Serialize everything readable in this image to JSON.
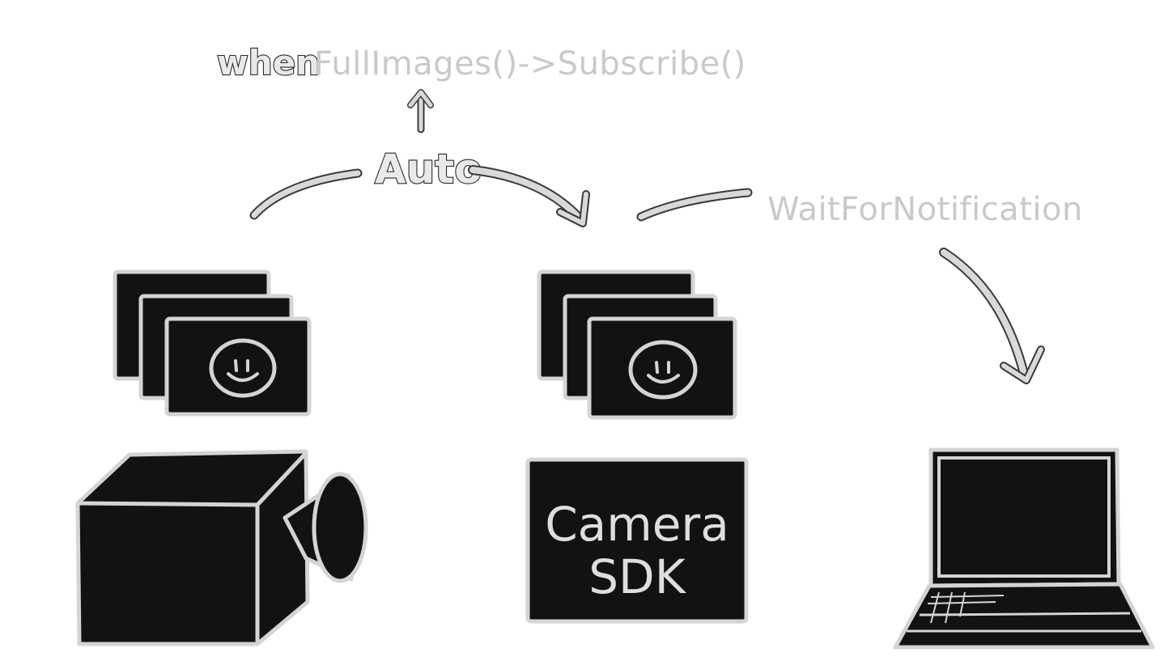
{
  "diagram": {
    "labels": {
      "when": "when",
      "subscribe_call": "FullImages()->Subscribe()",
      "auto": "Auto",
      "wait": "WaitForNotification",
      "sdk_line1": "Camera",
      "sdk_line2": "SDK"
    },
    "icons": [
      "image-stack-icon",
      "camera-icon",
      "image-stack-icon",
      "laptop-icon"
    ],
    "colors": {
      "ink": "#121212",
      "chalk": "#d9d9d9",
      "gray_text": "#c9c9c9"
    }
  }
}
